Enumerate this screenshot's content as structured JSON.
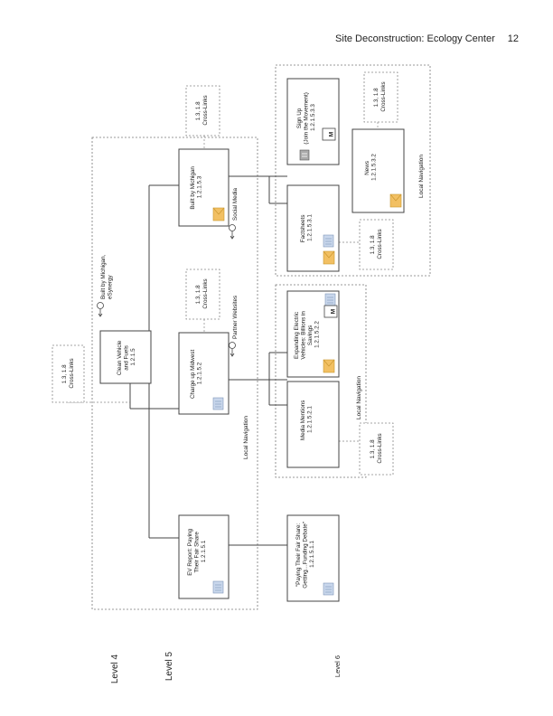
{
  "header": {
    "title": "Site Deconstruction: Ecology Center",
    "page_number": "12"
  },
  "levels": {
    "level4": "Level 4",
    "level5": "Level 5",
    "level6": "Level 6"
  },
  "nodes": {
    "clean_vehicle": {
      "lines": [
        "Clean Vehicle",
        "and Fuels",
        "1.2.1.5"
      ]
    },
    "built_by_michigan": {
      "lines": [
        "Built by Michigan",
        "1.2.1.5.3"
      ]
    },
    "charge_up_midwest": {
      "lines": [
        "Charge up Midwest",
        "1.2.1.5.2"
      ]
    },
    "ev_report": {
      "lines": [
        "EV Report: Paying",
        "Their Fair Share",
        "1.2.1.5.1"
      ]
    },
    "sign_up": {
      "lines": [
        "Sign Up",
        "(Join the Movement)",
        "1.2.1.5.3.3"
      ]
    },
    "news": {
      "lines": [
        "News",
        "1.2.1.5.3.2"
      ]
    },
    "factsheets": {
      "lines": [
        "Factsheets",
        "1.2.1.5.3.1"
      ]
    },
    "expanding_ev": {
      "lines": [
        "Expanding Electric",
        "Vehicles: Billions in",
        "Savings",
        "1.2.1.5.2.2"
      ]
    },
    "media_mentions": {
      "lines": [
        "Media Mentions",
        "1.2.1.5.2.1"
      ]
    },
    "paying_fair_share": {
      "lines": [
        "\"Paying Their Fair Share:",
        "Getting…Funding Debate\"",
        "1.2.1.5.1.1"
      ]
    }
  },
  "cross_links": [
    {
      "lines": [
        "1.3, 1.8",
        "Cross-Links"
      ]
    },
    {
      "lines": [
        "1.3, 1.8",
        "Cross-Links"
      ]
    },
    {
      "lines": [
        "1.3, 1.8",
        "Cross-Links"
      ]
    },
    {
      "lines": [
        "1.3, 1.8",
        "Cross-Links"
      ]
    },
    {
      "lines": [
        "1.3, 1.8",
        "Cross-Links"
      ]
    },
    {
      "lines": [
        "1.3, 1.8",
        "Cross-Links"
      ]
    }
  ],
  "external_links": {
    "built_by_michigan_ext": [
      "Built by Michigan,",
      "eSynergy"
    ],
    "partner_websites": "Partner Websites",
    "social_media": "Social Media"
  },
  "local_nav": {
    "level5": "Local Navigation",
    "group_charge": "Local Navigation",
    "group_built": "Local Navigation"
  },
  "mail_label": "M",
  "colors": {
    "mail": "#f2c063",
    "document": "#c9d7ec",
    "line": "#444444"
  }
}
